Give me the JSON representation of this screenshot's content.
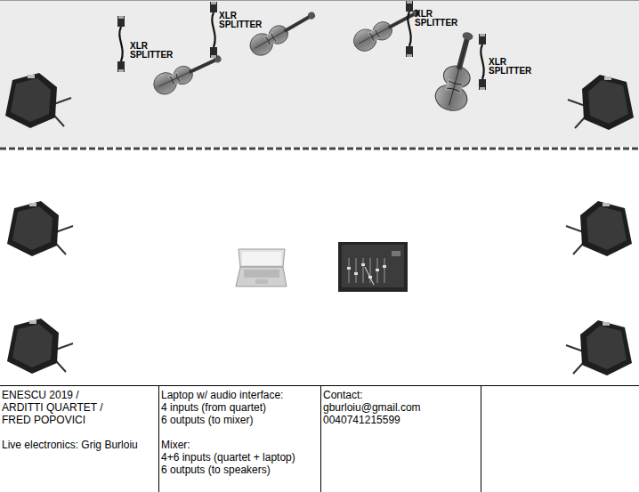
{
  "diagram": {
    "labels": [
      "XLR SPLITTER",
      "XLR SPLITTER",
      "XLR SPLITTER",
      "XLR SPLITTER",
      "ENESCU 2019 /",
      "ARDITTI QUARTET /",
      "FRED POPOVICI",
      "Live electronics: Grig Burloiu",
      "Laptop w/ audio interface:",
      "4 inputs (from quartet)",
      "6 outputs (to mixer)",
      "Mixer:",
      "4+6 inputs (quartet + laptop)",
      "6 outputs (to speakers)",
      "Contact:",
      "gburloiu@gmail.com",
      "0040741215599"
    ]
  }
}
